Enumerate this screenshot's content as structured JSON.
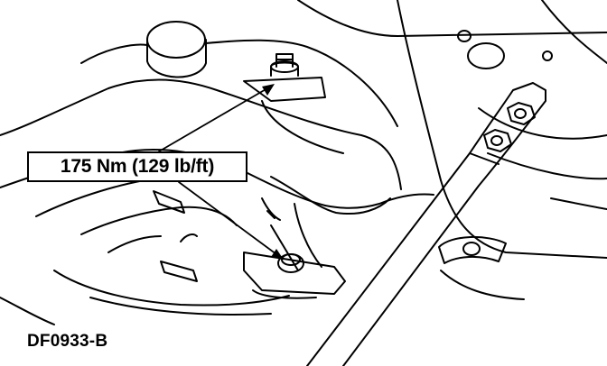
{
  "diagram": {
    "torque_spec": "175 Nm (129 lb/ft)",
    "figure_code": "DF0933-B",
    "callout_target_count": 2
  }
}
